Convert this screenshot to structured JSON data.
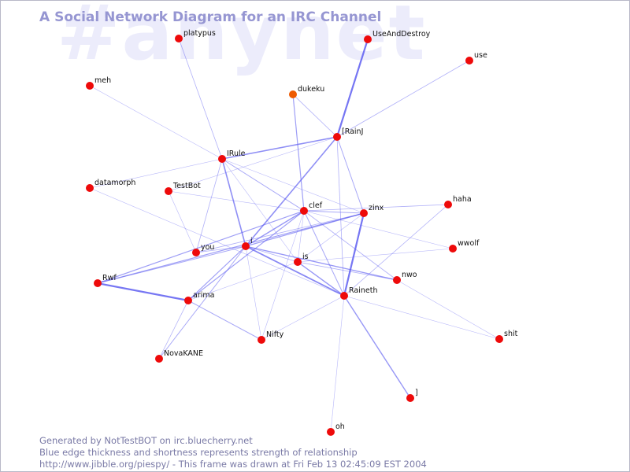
{
  "watermark": "#anynet",
  "title": "A Social Network Diagram for an IRC Channel",
  "footer": {
    "line1": "Generated by NotTestBOT on irc.bluecherry.net",
    "line2": "Blue edge thickness and shortness represents strength of relationship",
    "line3": "http://www.jibble.org/piespy/ - This frame was drawn at Fri Feb 13 02:45:09 EST 2004"
  },
  "colors": {
    "node": "#ee0a0a",
    "node_recent": "#ee5a00",
    "edge": "#5a5af0"
  },
  "nodes": [
    {
      "id": "platypus",
      "label": "platypus"
    },
    {
      "id": "UseAndDestroy",
      "label": "UseAndDestroy"
    },
    {
      "id": "use",
      "label": "use"
    },
    {
      "id": "meh",
      "label": "meh"
    },
    {
      "id": "dukeku",
      "label": "dukeku",
      "recent": true
    },
    {
      "id": "Rain",
      "label": "[RainJ"
    },
    {
      "id": "IRule",
      "label": "IRule"
    },
    {
      "id": "datamorph",
      "label": "datamorph"
    },
    {
      "id": "TestBot",
      "label": "TestBot"
    },
    {
      "id": "clef",
      "label": "clef"
    },
    {
      "id": "zinx",
      "label": "zinx"
    },
    {
      "id": "haha",
      "label": "haha"
    },
    {
      "id": "wwolf",
      "label": "wwolf"
    },
    {
      "id": "i",
      "label": "i"
    },
    {
      "id": "you",
      "label": "you"
    },
    {
      "id": "is",
      "label": "is"
    },
    {
      "id": "nwo",
      "label": "nwo"
    },
    {
      "id": "Rwf",
      "label": "Rwf"
    },
    {
      "id": "Raineth",
      "label": "Raineth"
    },
    {
      "id": "arima",
      "label": "arima"
    },
    {
      "id": "Nifty",
      "label": "Nifty"
    },
    {
      "id": "NovaKANE",
      "label": "NovaKANE"
    },
    {
      "id": "shit",
      "label": "shit"
    },
    {
      "id": "bracket",
      "label": "]"
    },
    {
      "id": "oh",
      "label": "oh"
    }
  ],
  "edges": [
    {
      "a": "Rain",
      "b": "UseAndDestroy",
      "w": 2.2
    },
    {
      "a": "Rain",
      "b": "use",
      "w": 0.8
    },
    {
      "a": "Rain",
      "b": "dukeku",
      "w": 0.8
    },
    {
      "a": "Rain",
      "b": "IRule",
      "w": 1.6
    },
    {
      "a": "Rain",
      "b": "i",
      "w": 1.6
    },
    {
      "a": "Rain",
      "b": "zinx",
      "w": 1.0
    },
    {
      "a": "Rain",
      "b": "Raineth",
      "w": 0.8
    },
    {
      "a": "Rain",
      "b": "TestBot",
      "w": 0.6
    },
    {
      "a": "platypus",
      "b": "IRule",
      "w": 0.8
    },
    {
      "a": "meh",
      "b": "IRule",
      "w": 0.6
    },
    {
      "a": "IRule",
      "b": "i",
      "w": 1.6
    },
    {
      "a": "IRule",
      "b": "clef",
      "w": 1.0
    },
    {
      "a": "IRule",
      "b": "you",
      "w": 0.8
    },
    {
      "a": "IRule",
      "b": "datamorph",
      "w": 0.6
    },
    {
      "a": "IRule",
      "b": "is",
      "w": 0.6
    },
    {
      "a": "IRule",
      "b": "zinx",
      "w": 0.6
    },
    {
      "a": "dukeku",
      "b": "clef",
      "w": 1.2
    },
    {
      "a": "clef",
      "b": "i",
      "w": 1.4
    },
    {
      "a": "clef",
      "b": "zinx",
      "w": 1.0
    },
    {
      "a": "clef",
      "b": "haha",
      "w": 0.8
    },
    {
      "a": "clef",
      "b": "wwolf",
      "w": 0.6
    },
    {
      "a": "clef",
      "b": "Raineth",
      "w": 1.0
    },
    {
      "a": "clef",
      "b": "nwo",
      "w": 0.8
    },
    {
      "a": "clef",
      "b": "Rwf",
      "w": 1.2
    },
    {
      "a": "clef",
      "b": "arima",
      "w": 1.2
    },
    {
      "a": "clef",
      "b": "Nifty",
      "w": 0.6
    },
    {
      "a": "clef",
      "b": "TestBot",
      "w": 0.6
    },
    {
      "a": "clef",
      "b": "is",
      "w": 0.6
    },
    {
      "a": "zinx",
      "b": "Raineth",
      "w": 2.2
    },
    {
      "a": "zinx",
      "b": "i",
      "w": 1.2
    },
    {
      "a": "zinx",
      "b": "Rwf",
      "w": 1.2
    },
    {
      "a": "zinx",
      "b": "you",
      "w": 0.8
    },
    {
      "a": "zinx",
      "b": "is",
      "w": 0.6
    },
    {
      "a": "i",
      "b": "Raineth",
      "w": 1.8
    },
    {
      "a": "i",
      "b": "nwo",
      "w": 1.4
    },
    {
      "a": "i",
      "b": "arima",
      "w": 1.2
    },
    {
      "a": "i",
      "b": "NovaKANE",
      "w": 1.0
    },
    {
      "a": "i",
      "b": "Nifty",
      "w": 0.6
    },
    {
      "a": "i",
      "b": "you",
      "w": 0.8
    },
    {
      "a": "i",
      "b": "is",
      "w": 0.8
    },
    {
      "a": "i",
      "b": "Rwf",
      "w": 1.0
    },
    {
      "a": "is",
      "b": "Raineth",
      "w": 1.4
    },
    {
      "a": "is",
      "b": "wwolf",
      "w": 0.6
    },
    {
      "a": "is",
      "b": "arima",
      "w": 0.6
    },
    {
      "a": "is",
      "b": "nwo",
      "w": 0.8
    },
    {
      "a": "Raineth",
      "b": "haha",
      "w": 0.8
    },
    {
      "a": "Raineth",
      "b": "bracket",
      "w": 1.4
    },
    {
      "a": "Raineth",
      "b": "oh",
      "w": 0.6
    },
    {
      "a": "Raineth",
      "b": "shit",
      "w": 0.6
    },
    {
      "a": "Raineth",
      "b": "Nifty",
      "w": 0.6
    },
    {
      "a": "Raineth",
      "b": "datamorph",
      "w": 0.6
    },
    {
      "a": "Rwf",
      "b": "arima",
      "w": 2.2
    },
    {
      "a": "arima",
      "b": "Nifty",
      "w": 1.0
    },
    {
      "a": "arima",
      "b": "NovaKANE",
      "w": 0.8
    },
    {
      "a": "TestBot",
      "b": "you",
      "w": 0.6
    },
    {
      "a": "nwo",
      "b": "shit",
      "w": 0.6
    }
  ]
}
